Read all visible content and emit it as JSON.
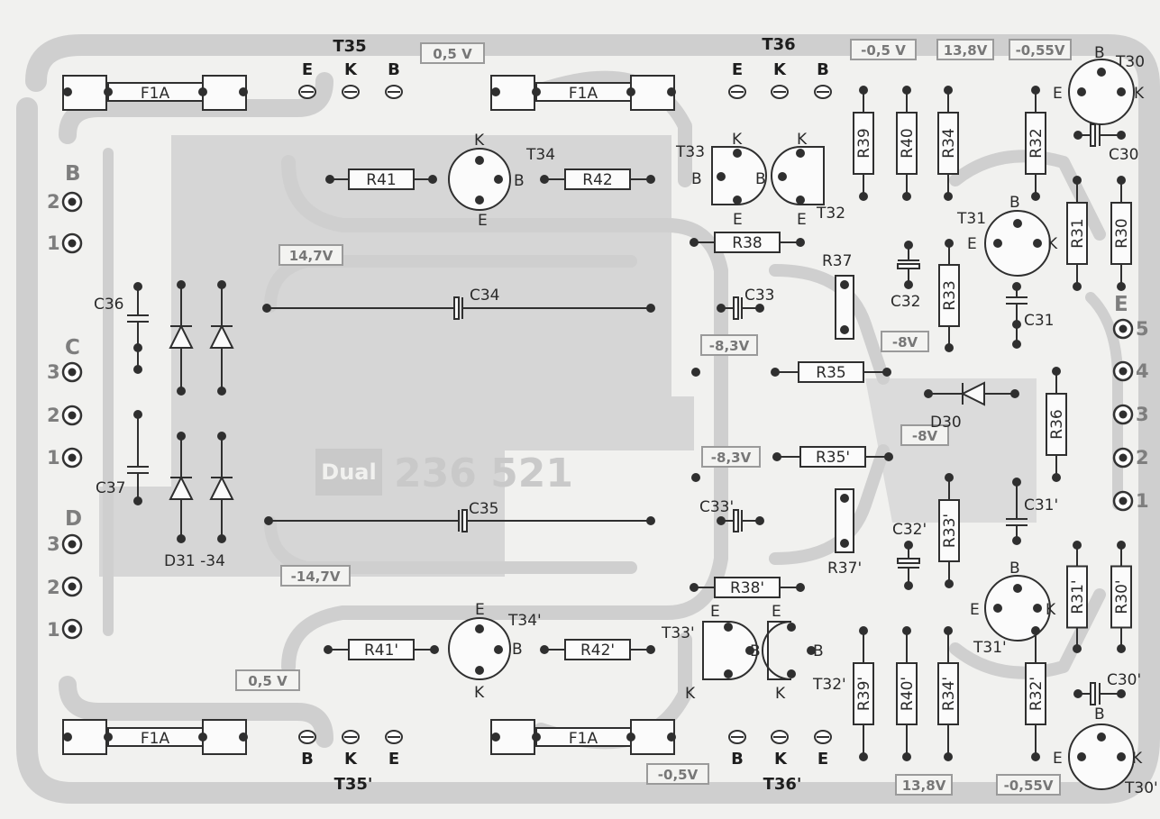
{
  "board": {
    "brand": "Dual",
    "part_number": "236 521",
    "diodes_label": "D31 -34",
    "side_groups": [
      {
        "letter": "B",
        "pins": [
          "2",
          "1"
        ]
      },
      {
        "letter": "C",
        "pins": [
          "3",
          "2",
          "1"
        ]
      },
      {
        "letter": "D",
        "pins": [
          "3",
          "2",
          "1"
        ]
      },
      {
        "letter": "E",
        "pins": [
          "5",
          "4",
          "3",
          "2",
          "1"
        ]
      }
    ],
    "voltages": [
      "0,5 V",
      "-0,5 V",
      "13,8V",
      "-0,55V",
      "14,7V",
      "-8,3V",
      "-8V",
      "-8V",
      "-8,3V",
      "-14,7V",
      "0,5 V",
      "-0,5V",
      "13,8V",
      "-0,55V"
    ],
    "fuses": [
      "F1A",
      "F1A",
      "F1A",
      "F1A"
    ],
    "resistors": [
      "R41",
      "R42",
      "R38",
      "R39",
      "R40",
      "R34",
      "R32",
      "R31",
      "R30",
      "R33",
      "R35",
      "R36",
      "R35'",
      "R33'",
      "R38'",
      "R41'",
      "R42'",
      "R39'",
      "R40'",
      "R34'",
      "R32'",
      "R31'",
      "R30'"
    ],
    "capacitors": [
      "C36",
      "C37",
      "C34",
      "C35",
      "C33",
      "C32",
      "C31",
      "C30",
      "C33'",
      "C32'",
      "C31'",
      "C30'"
    ],
    "trimmers": [
      "R37",
      "R37'"
    ],
    "transistors": [
      {
        "name": "T35",
        "pins": [
          "E",
          "K",
          "B"
        ]
      },
      {
        "name": "T36",
        "pins": [
          "E",
          "K",
          "B"
        ]
      },
      {
        "name": "T35'",
        "pins": [
          "B",
          "K",
          "E"
        ]
      },
      {
        "name": "T36'",
        "pins": [
          "B",
          "K",
          "E"
        ]
      },
      {
        "name": "T34",
        "pins": [
          "K",
          "B",
          "E"
        ]
      },
      {
        "name": "T33",
        "pins": [
          "K",
          "B",
          "E"
        ]
      },
      {
        "name": "T32",
        "pins": [
          "K",
          "B",
          "E"
        ]
      },
      {
        "name": "T31",
        "pins": [
          "B",
          "E",
          "K"
        ]
      },
      {
        "name": "T30",
        "pins": [
          "B",
          "E",
          "K"
        ]
      },
      {
        "name": "T34'",
        "pins": [
          "E",
          "B",
          "K"
        ]
      },
      {
        "name": "T33'",
        "pins": [
          "E",
          "B",
          "K"
        ]
      },
      {
        "name": "T32'",
        "pins": [
          "E",
          "B",
          "K"
        ]
      },
      {
        "name": "T31'",
        "pins": [
          "B",
          "E",
          "K"
        ]
      },
      {
        "name": "T30'",
        "pins": [
          "B",
          "E",
          "K"
        ]
      }
    ],
    "diodes": [
      "D30"
    ]
  }
}
